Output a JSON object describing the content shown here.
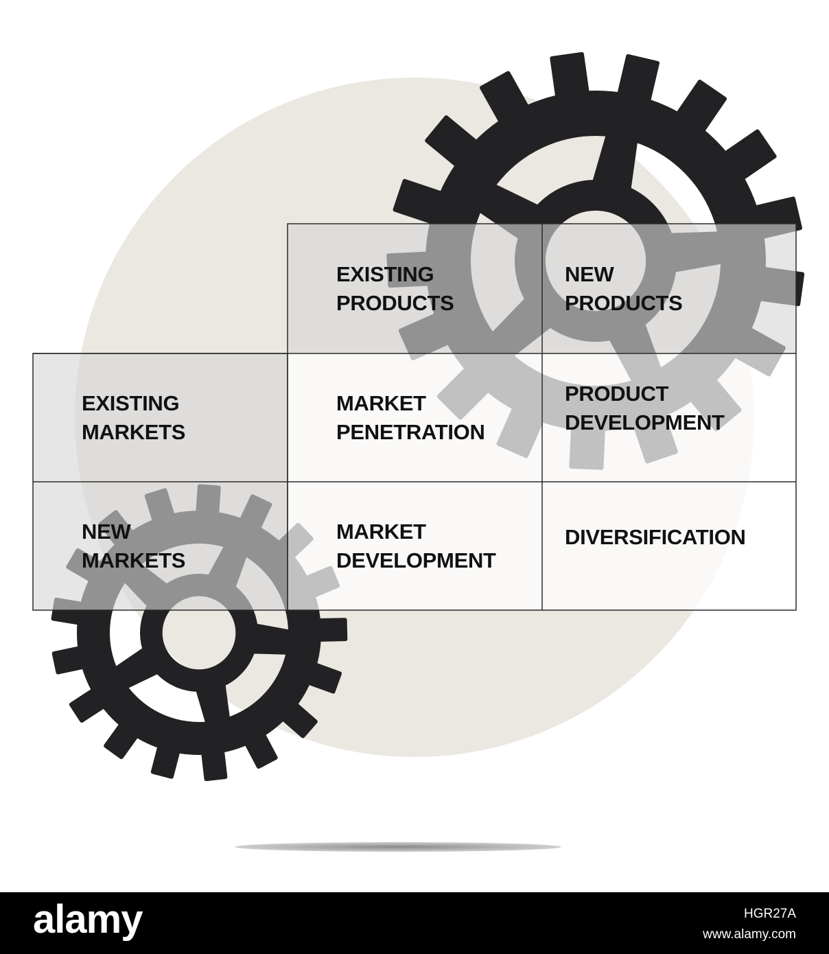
{
  "matrix": {
    "columns": [
      {
        "line1": "EXISTING",
        "line2": "PRODUCTS"
      },
      {
        "line1": "NEW",
        "line2": "PRODUCTS"
      }
    ],
    "rows": [
      {
        "header": {
          "line1": "EXISTING",
          "line2": "MARKETS"
        },
        "cells": [
          {
            "line1": "MARKET",
            "line2": "PENETRATION"
          },
          {
            "line1": "PRODUCT",
            "line2": "DEVELOPMENT"
          }
        ]
      },
      {
        "header": {
          "line1": "NEW",
          "line2": "MARKETS"
        },
        "cells": [
          {
            "line1": "MARKET",
            "line2": "DEVELOPMENT"
          },
          {
            "line1": "DIVERSIFICATION",
            "line2": ""
          }
        ]
      }
    ]
  },
  "footer": {
    "brand": "alamy",
    "image_id": "HGR27A",
    "site": "www.alamy.com"
  },
  "colors": {
    "circle": "#ebe8e1",
    "gear": "#222224",
    "footer": "#000000"
  },
  "icons": [
    "large-gear-icon",
    "small-gear-icon",
    "background-circle",
    "floor-shadow"
  ]
}
